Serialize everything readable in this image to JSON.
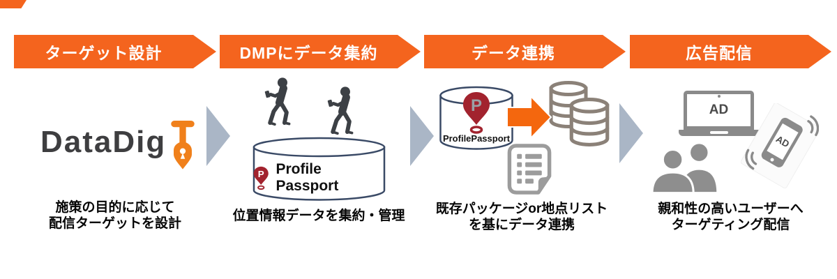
{
  "diagram_title": "DataDig ad-targeting flow",
  "colors": {
    "banner_orange": "#F4641E",
    "step_arrow_gray": "#AAB6C6",
    "logo_dark": "#3E3E40",
    "shovel_orange": "#F0801B",
    "cylinder_stroke": "#3A4A66",
    "pin_red": "#A2232E",
    "database_gray": "#8B8178",
    "document_gray": "#9C9C9C",
    "device_gray": "#8A8A8A",
    "transfer_arrow_orange": "#F4670E",
    "caption_black": "#050505"
  },
  "icons": {
    "shovel-icon": "orange shovel (DataDig logo mark)",
    "step-arrow-icon": "right-pointing gray triangle",
    "walking-person-icon": "person walking while looking at phone",
    "location-pin-icon": "map pin with letter P and ground ring",
    "database-icon": "outlined database cylinder",
    "list-document-icon": "page with bulleted list and folded corner",
    "laptop-icon": "laptop showing AD",
    "audience-icon": "two user silhouettes",
    "phone-broadcast-icon": "tilted smartphone showing AD with signal waves"
  },
  "steps": [
    {
      "banner": "ターゲット設計",
      "logo_text": "DataDig",
      "caption_lines": [
        "施策の目的に応じて",
        "配信ターゲットを設計"
      ]
    },
    {
      "banner": "DMPにデータ集約",
      "cylinder_label": "Profile Passport",
      "pin_letter": "P",
      "caption_lines": [
        "位置情報データを集約・管理"
      ]
    },
    {
      "banner": "データ連携",
      "cylinder_label": "ProfilePassport",
      "pin_letter": "P",
      "caption_lines": [
        "既存パッケージor地点リスト",
        "を基にデータ連携"
      ]
    },
    {
      "banner": "広告配信",
      "laptop_ad": "AD",
      "phone_ad": "AD",
      "caption_lines": [
        "親和性の高いユーザーへ",
        "ターゲティング配信"
      ]
    }
  ]
}
